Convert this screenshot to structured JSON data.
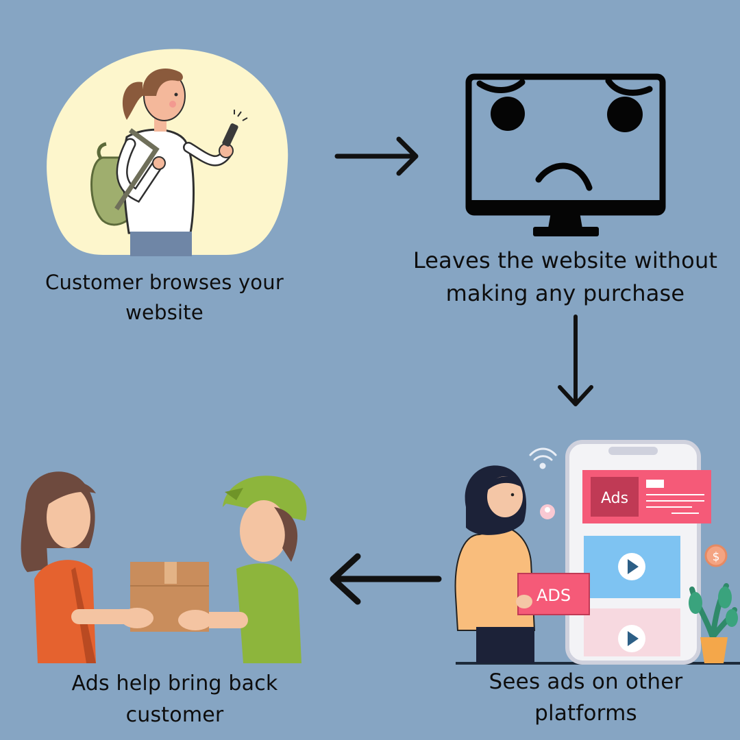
{
  "steps": [
    {
      "line1": "Customer browses your",
      "line2": "website"
    },
    {
      "line1": "Leaves the website without",
      "line2": "making any purchase"
    },
    {
      "line1": "Sees ads on other",
      "line2": "platforms"
    },
    {
      "line1": "Ads help  bring back",
      "line2": "customer"
    }
  ],
  "phone": {
    "card_label": "Ads",
    "sign_label": "ADS"
  },
  "colors": {
    "background": "#86a5c3",
    "blob": "#fdf6cc",
    "ad_pink": "#f55a78",
    "ad_dark": "#c03a55",
    "video_blue": "#7ec3f2",
    "box_brown": "#c98d5c",
    "cap_green": "#8db53c"
  }
}
